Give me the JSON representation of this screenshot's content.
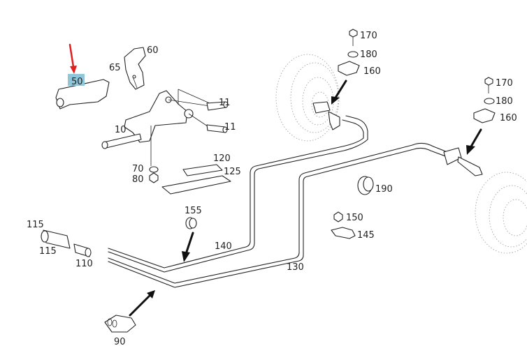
{
  "diagram": {
    "title": "Parking brake cables and linkage – exploded parts view",
    "highlight_color": "#8fc6d9",
    "highlight_arrow_color": "#e02020",
    "selected_part": "50",
    "labels": {
      "p10": "10",
      "p11a": "11",
      "p11b": "11",
      "p50": "50",
      "p60": "60",
      "p65": "65",
      "p70": "70",
      "p80": "80",
      "p90": "90",
      "p110": "110",
      "p115a": "115",
      "p115b": "115",
      "p120": "120",
      "p125": "125",
      "p130": "130",
      "p140": "140",
      "p145": "145",
      "p150": "150",
      "p155": "155",
      "p160a": "160",
      "p170a": "170",
      "p180a": "180",
      "p160b": "160",
      "p170b": "170",
      "p180b": "180",
      "p190": "190"
    }
  }
}
